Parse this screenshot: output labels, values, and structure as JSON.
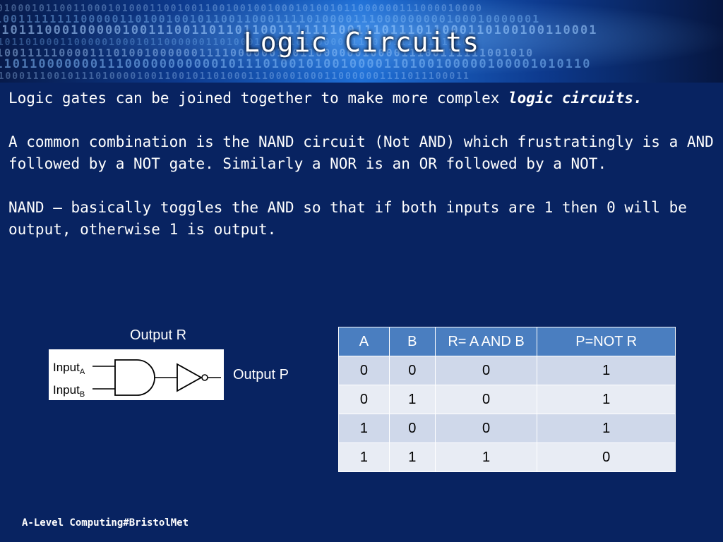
{
  "slide": {
    "title": "Logic Circuits",
    "footer": "A-Level Computing#BristolMet"
  },
  "body": {
    "p1_text": "Logic gates can be joined together to make more complex ",
    "p1_emph": "logic circuits.",
    "p2": "A common combination is the NAND circuit (Not AND) which frustratingly is a AND followed by a NOT gate. Similarly a NOR is an OR followed by a NOT.",
    "p3": "NAND – basically toggles the AND so that if both inputs are 1 then 0 will be output,  otherwise 1 is output."
  },
  "diagram": {
    "output_r_label": "Output R",
    "output_p_label": "Output P",
    "input_a_main": "Input",
    "input_a_sub": "A",
    "input_b_main": "Input",
    "input_b_sub": "B"
  },
  "truth_table": {
    "headers": [
      "A",
      "B",
      "R= A AND B",
      "P=NOT R"
    ],
    "rows": [
      [
        "0",
        "0",
        "0",
        "1"
      ],
      [
        "0",
        "1",
        "0",
        "1"
      ],
      [
        "1",
        "0",
        "0",
        "1"
      ],
      [
        "1",
        "1",
        "1",
        "0"
      ]
    ]
  },
  "colors": {
    "background": "#082361",
    "table_header": "#4a7ec0",
    "table_row_odd": "#cfd8ea",
    "table_row_even": "#e8ecf4"
  }
}
